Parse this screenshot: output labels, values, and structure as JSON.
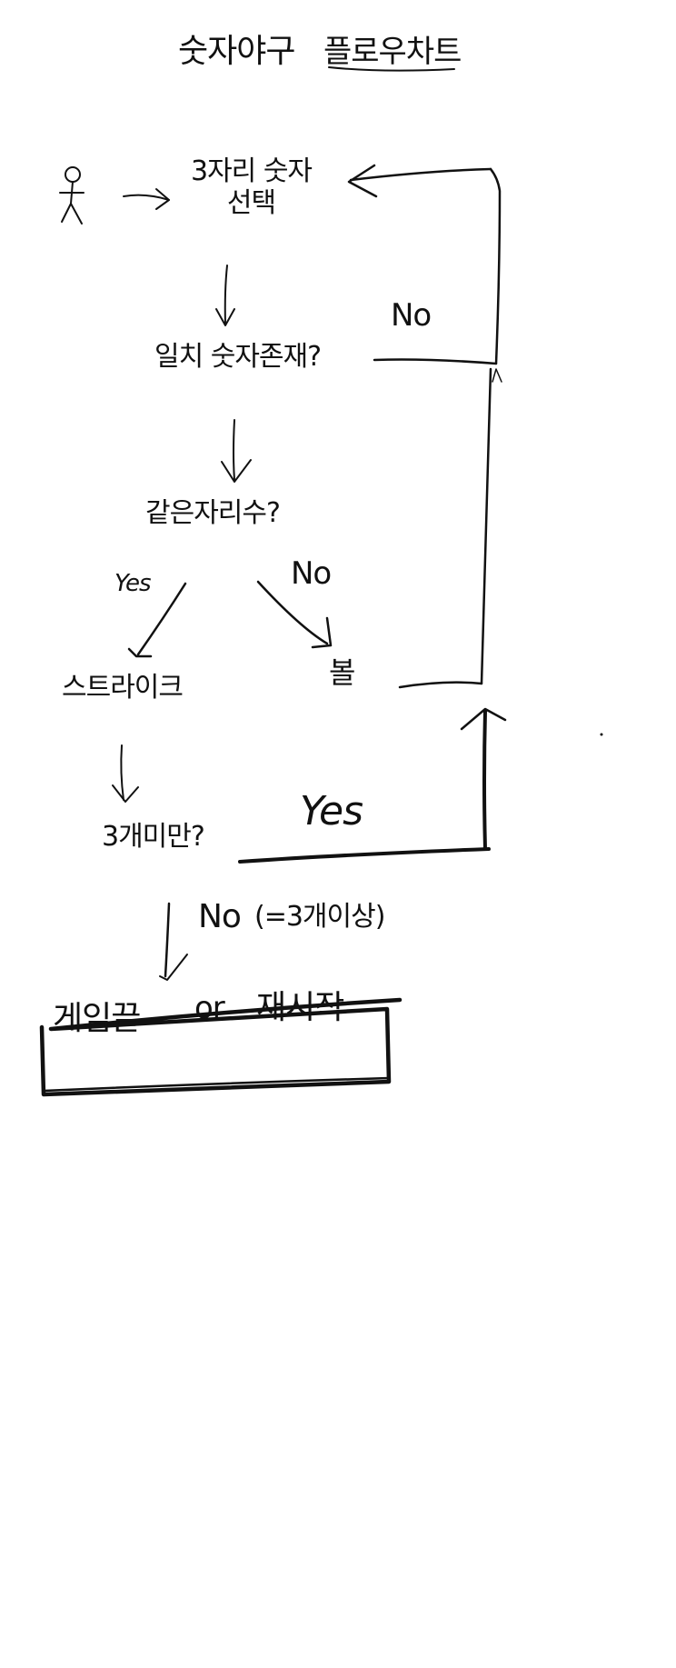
{
  "title": {
    "main": "숫자야구",
    "sub": "플로우차트"
  },
  "nodes": {
    "select_line1": "3자리 숫자",
    "select_line2": "선택",
    "match": "일치 숫자존재?",
    "same_position": "같은자리수?",
    "strike": "스트라이크",
    "ball": "볼",
    "under_three": "3개미만?",
    "game_end": "게임끝",
    "or": "or",
    "restart": "재시작"
  },
  "edge_labels": {
    "no_top": "No",
    "yes_left": "Yes",
    "no_right": "No",
    "yes_bottom": "Yes",
    "no_bottom": "No",
    "no_bottom_condition": "(=3개이상)"
  },
  "colors": {
    "ink": "#111111",
    "background": "#ffffff"
  },
  "icons": {
    "user": "stick-figure-icon"
  }
}
